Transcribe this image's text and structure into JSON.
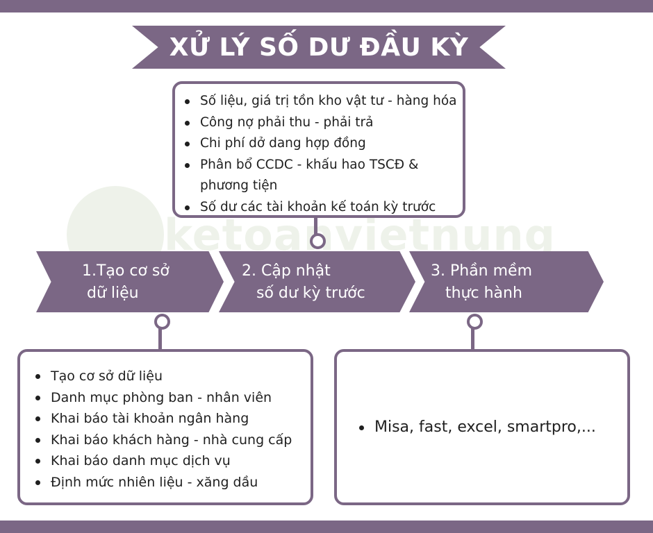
{
  "title": "XỬ LÝ SỐ DƯ ĐẦU KỲ",
  "watermark": "ketoanvietnung",
  "top_box": {
    "items": [
      "Số liệu, giá trị tồn kho vật tư - hàng hóa",
      "Công nợ phải thu - phải trả",
      "Chi phí dở dang hợp đồng",
      "Phân bổ CCDC - khấu hao TSCĐ & phương tiện",
      "Số dư các tài khoản kế toán kỳ trước"
    ]
  },
  "steps": [
    {
      "label": "1.Tạo cơ sở\n dữ liệu"
    },
    {
      "label": "2. Cập nhật\n   số dư kỳ trước"
    },
    {
      "label": "3. Phần mềm\n   thực hành"
    }
  ],
  "left_box": {
    "items": [
      "Tạo cơ sở dữ liệu",
      "Danh mục phòng ban - nhân viên",
      "Khai báo tài khoản ngân hàng",
      "Khai báo khách hàng - nhà cung cấp",
      "Khai báo danh mục dịch vụ",
      "Định mức nhiên liệu - xăng dầu"
    ]
  },
  "right_box": {
    "items": [
      "Misa, fast, excel, smartpro,..."
    ]
  },
  "colors": {
    "accent": "#7b6785",
    "background": "#ffffff",
    "text": "#1f1f1f"
  }
}
